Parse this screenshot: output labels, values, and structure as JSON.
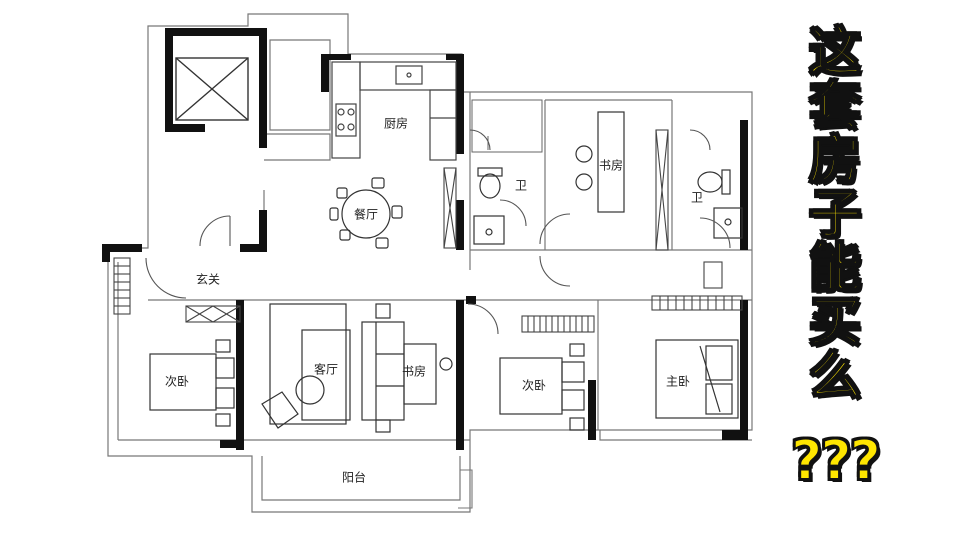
{
  "title": {
    "chars": [
      "这",
      "套",
      "房",
      "子",
      "能",
      "买",
      "么"
    ],
    "suffix": "???"
  },
  "colors": {
    "title_fill": "#ffe600",
    "title_stroke": "#111111",
    "wall": "#111111",
    "line": "#555555"
  },
  "rooms": {
    "kitchen": "厨房",
    "dining": "餐厅",
    "entrance": "玄关",
    "bath1": "卫",
    "bath2": "卫",
    "study_top": "书房",
    "living": "客厅",
    "study_mid": "书房",
    "bedroom_left": "次卧",
    "bedroom_mid": "次卧",
    "master": "主卧",
    "balcony": "阳台"
  },
  "icons": [
    "elevator-icon",
    "dining-table-icon",
    "toilet-icon",
    "sofa-icon",
    "bed-icon",
    "wardrobe-icon",
    "door-swing-icon",
    "sink-icon",
    "stove-icon",
    "armchair-icon"
  ]
}
